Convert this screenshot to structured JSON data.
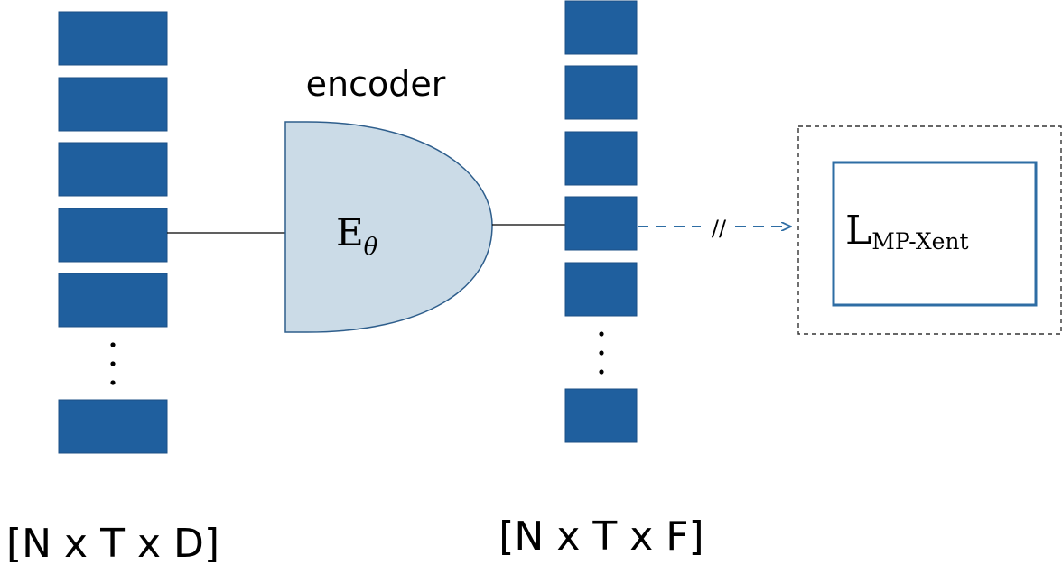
{
  "colors": {
    "block_fill": "#1f5f9e",
    "block_stroke": "#1b4f86",
    "encoder_fill": "#cbdbe7",
    "encoder_stroke": "#2e5e8c",
    "loss_box_stroke": "#2e6da4",
    "dashed_arrow": "#2e6da4",
    "text": "#000000"
  },
  "input_stack": {
    "shape_label": "[N x T x D]",
    "visible_blocks": 6,
    "ellipsis": true
  },
  "encoder": {
    "title": "encoder",
    "symbol_main": "E",
    "symbol_sub": "θ"
  },
  "output_stack": {
    "shape_label": "[N x T x F]",
    "visible_blocks": 6,
    "ellipsis": true
  },
  "loss": {
    "symbol_main": "L",
    "symbol_sub": "MP-Xent"
  },
  "stop_gradient_mark": "//"
}
